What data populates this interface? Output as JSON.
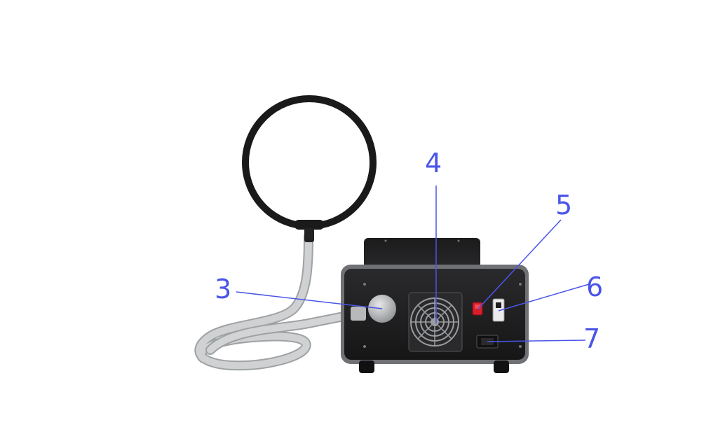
{
  "callouts": [
    {
      "label": "3"
    },
    {
      "label": "4"
    },
    {
      "label": "5"
    },
    {
      "label": "6"
    },
    {
      "label": "7"
    }
  ],
  "colors": {
    "callout": "#4a55e8",
    "housing": "#1c1c1e",
    "housing_edge": "#6f7175",
    "hose": "#c9cbcc",
    "hose_shadow": "#9fa2a4",
    "coil": "#1a1a1a",
    "switch_red": "#d81e2a",
    "fan_grille": "#9a9c9f",
    "feet": "#111111"
  },
  "icons": [
    "coil-applicator-icon",
    "fan-grille-icon",
    "power-switch-icon",
    "fuse-holder-icon",
    "power-socket-icon"
  ]
}
